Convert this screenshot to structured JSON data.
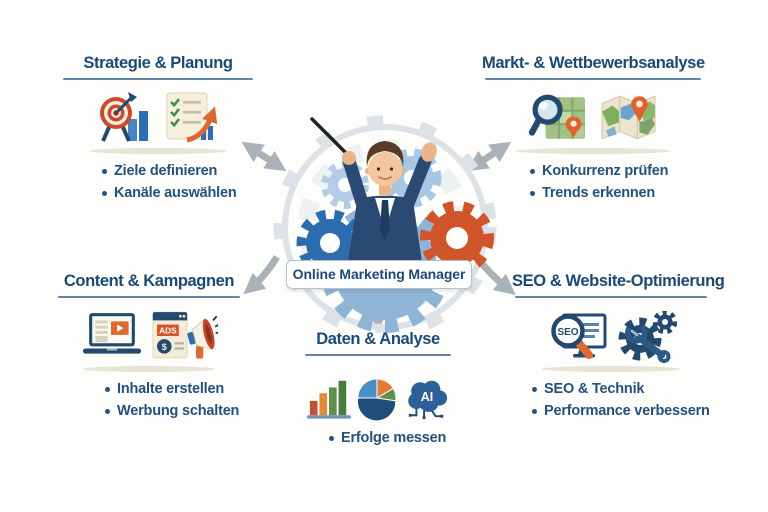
{
  "center": {
    "label": "Online Marketing Manager"
  },
  "icon_text": {
    "ads": "ADS",
    "dollar": "$",
    "ai": "AI",
    "seo": "SEO"
  },
  "sections": {
    "strategie": {
      "title": "Strategie & Planung",
      "bullets": [
        "Ziele definieren",
        "Kanäle auswählen"
      ]
    },
    "markt": {
      "title": "Markt- & Wettbewerbsanalyse",
      "bullets": [
        "Konkurrenz prüfen",
        "Trends erkennen"
      ]
    },
    "content": {
      "title": "Content & Kampagnen",
      "bullets": [
        "Inhalte erstellen",
        "Werbung schalten"
      ]
    },
    "daten": {
      "title": "Daten & Analyse",
      "bullets": [
        "Erfolge messen"
      ]
    },
    "seo": {
      "title": "SEO & Website-Optimierung",
      "bullets": [
        "SEO & Technik",
        "Performance verbessern"
      ]
    }
  },
  "colors": {
    "heading": "#1c4a74",
    "underline": "#5f87ab",
    "arrow": "#a9b2b9",
    "accent_orange": "#d0552a",
    "accent_blue": "#2e6cb0",
    "gear_gray": "#dde2e6",
    "background": "#fdfdfb"
  }
}
